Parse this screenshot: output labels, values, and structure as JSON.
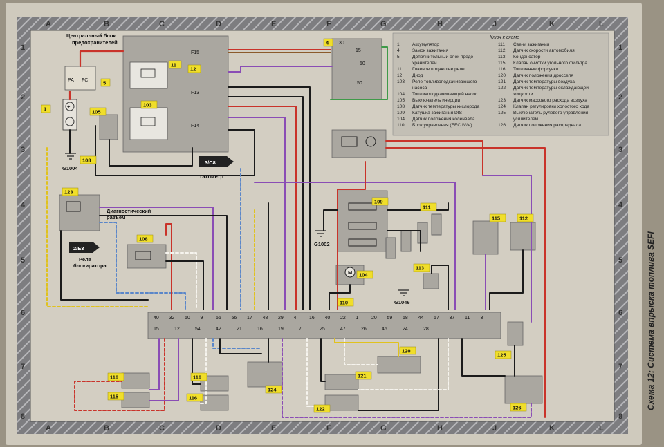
{
  "caption": "Схема 12: Система впрыска топлива SEFI",
  "grid": {
    "cols": [
      "A",
      "B",
      "C",
      "D",
      "E",
      "F",
      "G",
      "H",
      "J",
      "K",
      "L"
    ],
    "rows": [
      "1",
      "2",
      "3",
      "4",
      "5",
      "6",
      "7",
      "8"
    ]
  },
  "labels": {
    "central_fuse_box": [
      "Центральный блок",
      "предохранителей"
    ],
    "ground_g1004": "G1004",
    "ground_g1002": "G1002",
    "ground_g1046": "G1046",
    "tachometer": "Тахометр",
    "ref_3c8": "3/C8",
    "ref_2e3": "2/E3",
    "diag_connector": [
      "Диагностический",
      "разъем"
    ],
    "immobilizer_relay": [
      "Реле",
      "блокиратора"
    ],
    "fuse_f15": "F15",
    "fuse_f13": "F13",
    "fuse_f14": "F14",
    "fuse_pa": "PA",
    "fuse_fc": "FC"
  },
  "components": [
    "1",
    "4",
    "5",
    "11",
    "12",
    "103",
    "104",
    "105",
    "108",
    "108",
    "109",
    "110",
    "111",
    "112",
    "113",
    "115",
    "115",
    "116",
    "116",
    "116",
    "120",
    "121",
    "122",
    "123",
    "124",
    "125",
    "126"
  ],
  "ecu_pins_top": [
    "40",
    "32",
    "50",
    "9",
    "55",
    "56",
    "17",
    "48",
    "29",
    "4",
    "16",
    "40",
    "22",
    "1",
    "20",
    "59",
    "58",
    "44",
    "57",
    "37",
    "11",
    "3"
  ],
  "ecu_pins_bottom": [
    "15",
    "12",
    "54",
    "42",
    "21",
    "16",
    "19",
    "7",
    "25",
    "47",
    "26",
    "46",
    "24",
    "28"
  ],
  "legend": {
    "title": "Ключ к схеме",
    "left": [
      {
        "num": "1",
        "text": "Аккумулятор"
      },
      {
        "num": "4",
        "text": "Замок зажигания"
      },
      {
        "num": "5",
        "text": "Дополнительный блок предо-"
      },
      {
        "num": "",
        "text": "хранителей"
      },
      {
        "num": "11",
        "text": "Главное подающее реле"
      },
      {
        "num": "12",
        "text": "Диод"
      },
      {
        "num": "103",
        "text": "Реле топливоподкачивающего"
      },
      {
        "num": "",
        "text": "насоса"
      },
      {
        "num": "104",
        "text": "Топливоподкачивающий насос"
      },
      {
        "num": "105",
        "text": "Выключатель инерции"
      },
      {
        "num": "108",
        "text": "Датчик температуры кислорода"
      },
      {
        "num": "109",
        "text": "Катушка зажигания DIS"
      },
      {
        "num": "104",
        "text": "Датчик положения коленвала"
      },
      {
        "num": "110",
        "text": "Блок управления (EEC IV/V)"
      }
    ],
    "right": [
      {
        "num": "111",
        "text": "Свечи зажигания"
      },
      {
        "num": "112",
        "text": "Датчик скорости автомобиля"
      },
      {
        "num": "113",
        "text": "Конденсатор"
      },
      {
        "num": "115",
        "text": "Клапан очистки угольного фильтра"
      },
      {
        "num": "116",
        "text": "Топливные форсунки"
      },
      {
        "num": "120",
        "text": "Датчик положения дросселя"
      },
      {
        "num": "121",
        "text": "Датчик температуры воздуха"
      },
      {
        "num": "122",
        "text": "Датчик температуры охлаждающей"
      },
      {
        "num": "",
        "text": "жидкости"
      },
      {
        "num": "123",
        "text": "Датчик массового расхода воздуха"
      },
      {
        "num": "124",
        "text": "Клапан регулировки холостого хода"
      },
      {
        "num": "125",
        "text": "Выключатель рулевого управления"
      },
      {
        "num": "",
        "text": "усилителем"
      },
      {
        "num": "126",
        "text": "Датчик положения распредвала"
      }
    ]
  },
  "colors": {
    "background": "#cfcabd",
    "frame": "#7d7d80",
    "tag": "#f0de2a",
    "box": "#a9a7a2",
    "wire_red": "#c9332a",
    "wire_black": "#1b1b1b",
    "wire_purple": "#8a4db5",
    "wire_blue": "#5a86c9",
    "wire_green": "#3f9a49",
    "wire_yellow": "#e0c21d",
    "wire_white": "#f6f4ee",
    "wire_brown": "#8b5a2b"
  }
}
